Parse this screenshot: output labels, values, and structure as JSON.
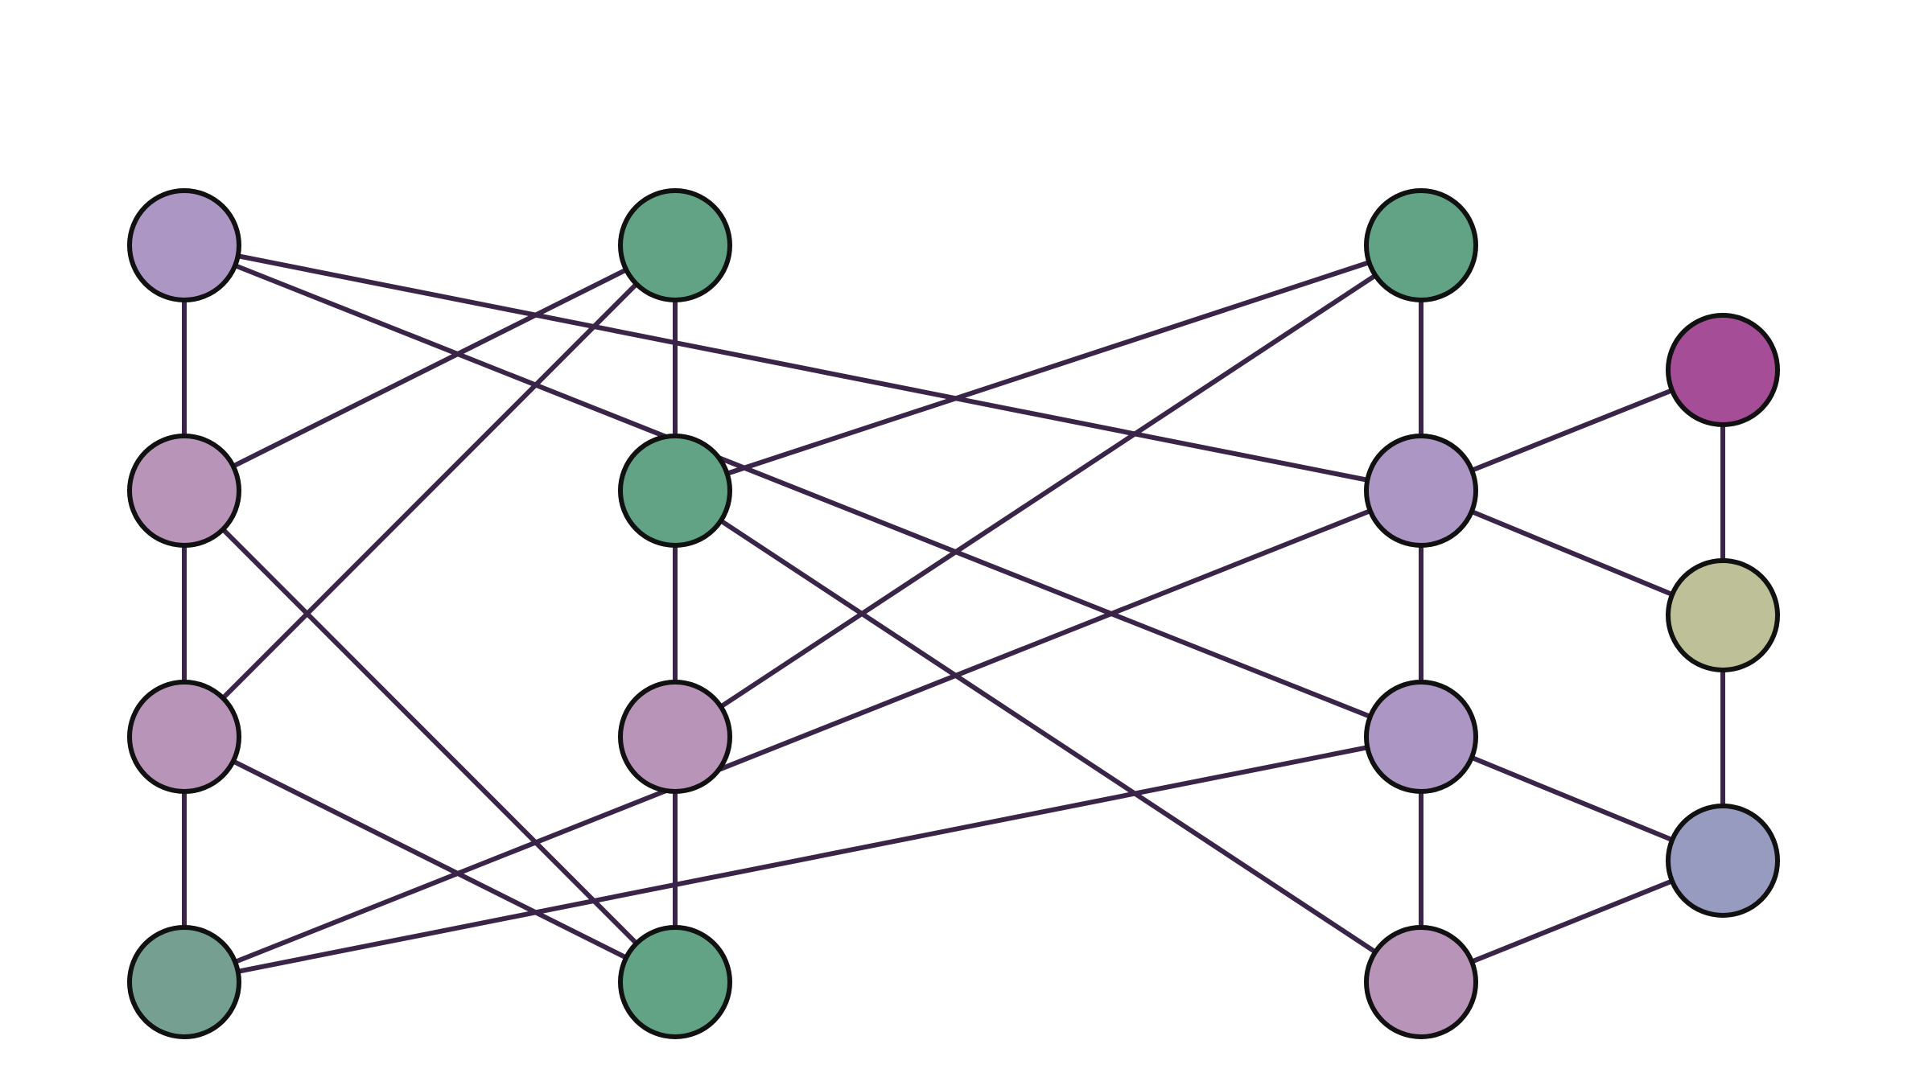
{
  "diagram": {
    "colors": {
      "edge": "#3a2549",
      "node_outline": "#111111",
      "lavender": "#ac96c4",
      "mauve": "#b994b9",
      "green": "#61a384",
      "sage": "#749f91",
      "magenta": "#a64d97",
      "olive": "#bec197",
      "slate": "#979bbf"
    },
    "nodes": [
      {
        "id": "a1",
        "color": "lavender"
      },
      {
        "id": "a2",
        "color": "mauve"
      },
      {
        "id": "a3",
        "color": "mauve"
      },
      {
        "id": "a4",
        "color": "sage"
      },
      {
        "id": "b1",
        "color": "green"
      },
      {
        "id": "b2",
        "color": "green"
      },
      {
        "id": "b3",
        "color": "mauve"
      },
      {
        "id": "b4",
        "color": "green"
      },
      {
        "id": "c1",
        "color": "green"
      },
      {
        "id": "c2",
        "color": "lavender"
      },
      {
        "id": "c3",
        "color": "lavender"
      },
      {
        "id": "c4",
        "color": "mauve"
      },
      {
        "id": "d1",
        "color": "magenta"
      },
      {
        "id": "d2",
        "color": "olive"
      },
      {
        "id": "d3",
        "color": "slate"
      }
    ],
    "edges": [
      [
        "a1",
        "a2"
      ],
      [
        "a2",
        "a3"
      ],
      [
        "a3",
        "a4"
      ],
      [
        "b1",
        "b2"
      ],
      [
        "b2",
        "b3"
      ],
      [
        "b3",
        "b4"
      ],
      [
        "c1",
        "c2"
      ],
      [
        "c2",
        "c3"
      ],
      [
        "c3",
        "c4"
      ],
      [
        "d1",
        "d2"
      ],
      [
        "d2",
        "d3"
      ],
      [
        "a1",
        "c2"
      ],
      [
        "a1",
        "c3"
      ],
      [
        "a2",
        "b1"
      ],
      [
        "a2",
        "b4"
      ],
      [
        "a3",
        "b1"
      ],
      [
        "a3",
        "b4"
      ],
      [
        "a4",
        "c2"
      ],
      [
        "a4",
        "c3"
      ],
      [
        "b2",
        "c1"
      ],
      [
        "b2",
        "c4"
      ],
      [
        "b3",
        "c1"
      ],
      [
        "c2",
        "d1"
      ],
      [
        "c2",
        "d2"
      ],
      [
        "c3",
        "d3"
      ],
      [
        "c4",
        "d3"
      ]
    ]
  }
}
